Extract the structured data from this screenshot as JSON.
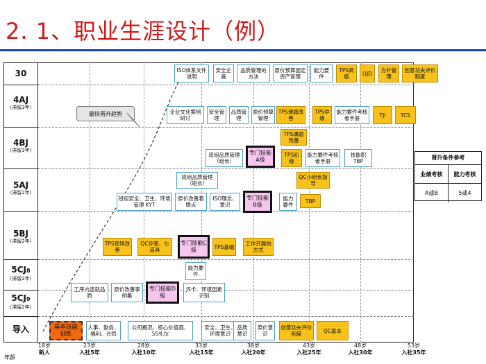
{
  "title": "2. 1、职业生涯设计（例）",
  "callout": "最快晋升趋势",
  "rows": [
    {
      "code": "30",
      "stay": ""
    },
    {
      "code": "4AJ",
      "stay": "(滞留3年)"
    },
    {
      "code": "4BJ",
      "stay": "(滞留3年)"
    },
    {
      "code": "5AJ",
      "stay": "(滞留2年)"
    },
    {
      "code": "5BJ",
      "stay": "(滞留2年)"
    },
    {
      "code": "5CJ",
      "sub": "8",
      "stay": "(滞留2年)"
    },
    {
      "code": "5CJ",
      "sub": "9",
      "stay": "(滞留2年)"
    },
    {
      "code": "导入",
      "stay": ""
    }
  ],
  "x_axis_name": "年龄",
  "x_ticks": [
    {
      "age": "18岁",
      "stage": "新人"
    },
    {
      "age": "23岁",
      "stage": "入社5年"
    },
    {
      "age": "28岁",
      "stage": "入社10年"
    },
    {
      "age": "33岁",
      "stage": "入社15年"
    },
    {
      "age": "38岁",
      "stage": "入社20年"
    },
    {
      "age": "43岁",
      "stage": "入社25年"
    },
    {
      "age": "48岁",
      "stage": "入社30年"
    },
    {
      "age": "53岁",
      "stage": "入社35年"
    }
  ],
  "boxes": {
    "r30": [
      "ISO体系文件说明",
      "安全企画",
      "品质管理的方法",
      "原价预算固定资产管理",
      "能力要件",
      "TPS高级",
      "OJD",
      "方针管理",
      "创意功夫评价制度"
    ],
    "r4aj": [
      "企业文化案例研讨",
      "安全管理",
      "品质管理",
      "原价预算管理",
      "TPS课题改善",
      "TPS中级",
      "能力要件考核者手册",
      "TJI",
      "TCS"
    ],
    "r4bj": [
      "TPS课题改善",
      "班组品质管理（组长）",
      "专门技能A级",
      "TPS初级",
      "能力要件考核者手册",
      "技能职TBP"
    ],
    "r5aj": [
      "班组品质管理（班长）",
      "QC小组长指导",
      "班组安全、卫生、环境管理 KYT",
      "原价改善着眼点",
      "ISO理念、意识",
      "专门技能B级",
      "能力要件",
      "TBP"
    ],
    "r5bj": [
      "TPS现场改善",
      "QC步骤、七道具",
      "专门技能C级",
      "TPS基础",
      "工作开展的方式"
    ],
    "r5cj": [
      "能力要件",
      "工序内造就品质",
      "原价改善事例集",
      "专门技能D级",
      "JS卡、环境因素识别"
    ],
    "rintro": [
      "基本技能训练",
      "人事、勤务、福利、合同",
      "公司概况、核心价值观、5S礼仪",
      "安全、卫生、环境意识",
      "品质意识",
      "原价意识",
      "创意功夫评价制度",
      "QC基本"
    ]
  },
  "reference": {
    "title": "晋升条件参考",
    "headers": [
      "业绩考核",
      "能力考核"
    ],
    "values": [
      "A或B",
      "5或4"
    ]
  },
  "colors": {
    "title": "#d01818",
    "rule": "#1a3fa8",
    "yellow": "#f8c21a",
    "pink": "#f6c6ef",
    "orange": "#f26a10",
    "blue_border": "#4aa0c8"
  }
}
